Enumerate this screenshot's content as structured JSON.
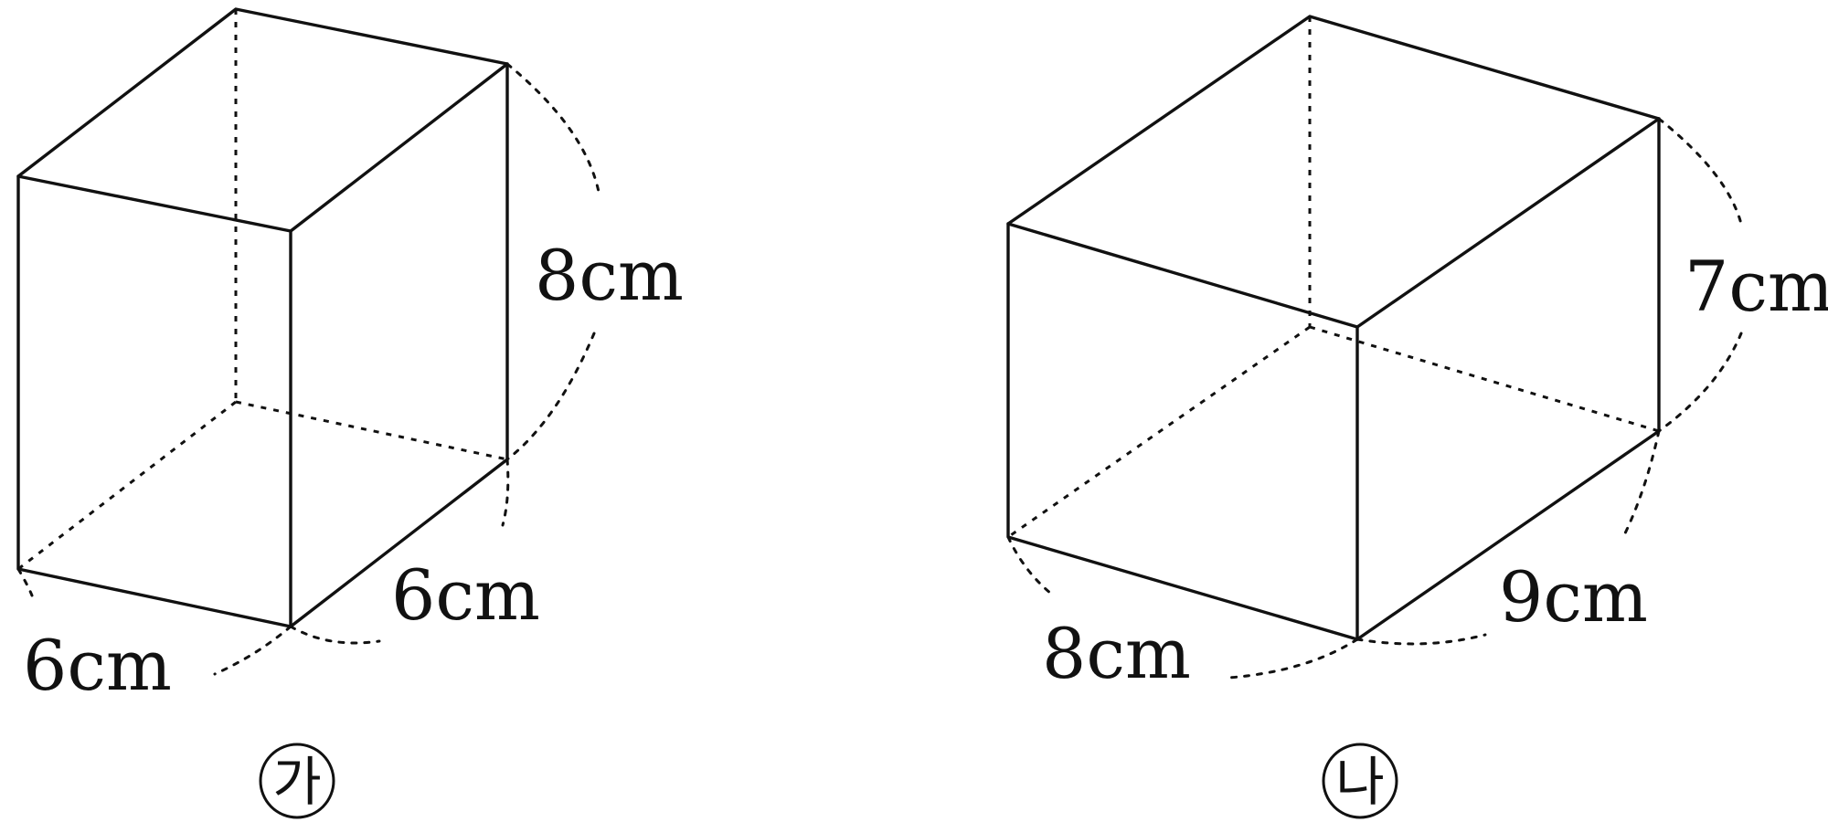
{
  "box_ga": {
    "height_label": "8cm",
    "depth_label": "6cm",
    "width_label": "6cm",
    "caption": "가"
  },
  "box_na": {
    "height_label": "7cm",
    "depth_label": "9cm",
    "width_label": "8cm",
    "caption": "나"
  }
}
